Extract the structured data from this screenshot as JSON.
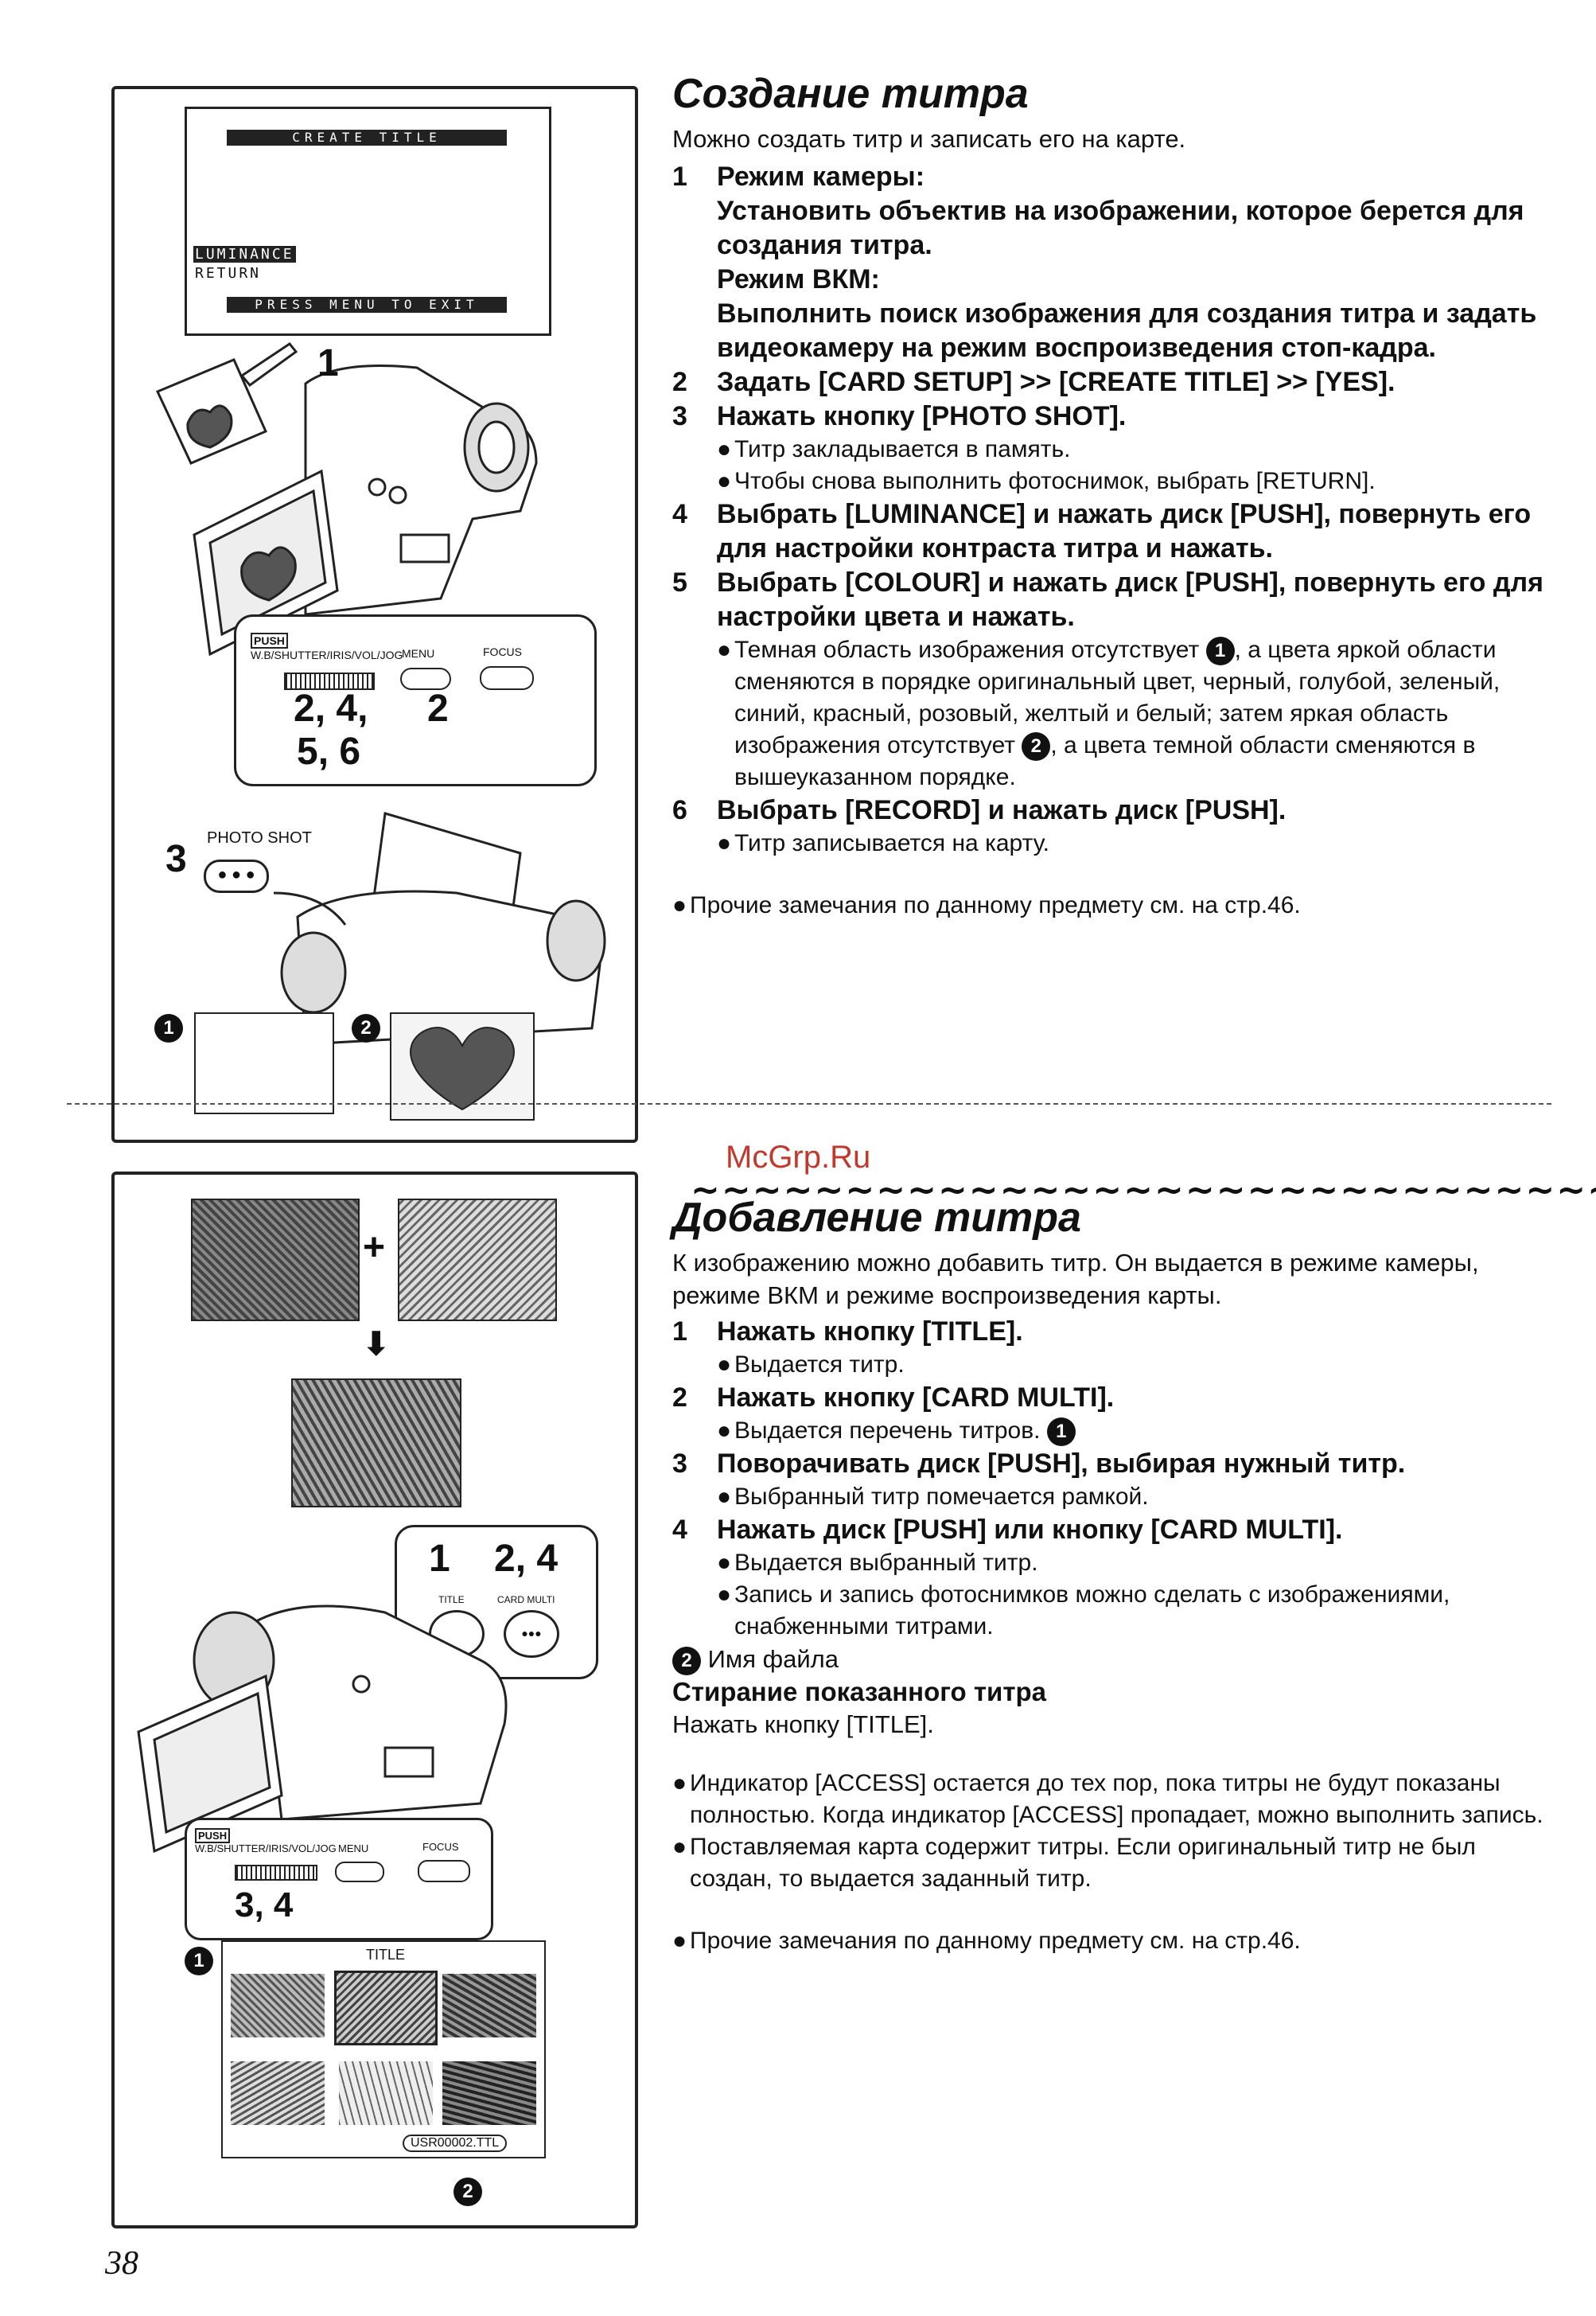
{
  "page_number": "38",
  "watermark": "McGrp.Ru",
  "divider_glyphs": "~~~~~~~~~~~~~~~~~~~~~~~~~~~~~~",
  "section1": {
    "title": "Создание титра",
    "intro": "Можно создать титр и записать его на карте.",
    "step1_num": "1",
    "step1_a": "Режим камеры:",
    "step1_b": "Установить объектив на изображении, которое берется для создания титра.",
    "step1_c": "Режим ВКМ:",
    "step1_d": "Выполнить поиск изображения для создания титра и задать видеокамеру на режим воспроизведения стоп-кадра.",
    "step2_num": "2",
    "step2": "Задать [CARD SETUP] >> [CREATE TITLE] >> [YES].",
    "step3_num": "3",
    "step3": "Нажать кнопку [PHOTO SHOT].",
    "step3_n1": "Титр закладывается в память.",
    "step3_n2": "Чтобы снова выполнить фотоснимок, выбрать [RETURN].",
    "step4_num": "4",
    "step4": "Выбрать [LUMINANCE] и нажать диск [PUSH], повернуть его для настройки контраста титра и нажать.",
    "step5_num": "5",
    "step5": "Выбрать [COLOUR] и нажать диск [PUSH], повернуть его для настройки цвета и нажать.",
    "step5_n1_a": "Темная область изображения отсутствует",
    "step5_n1_b": ", а цвета яркой области сменяются в порядке оригинальный цвет, черный, голубой, зеленый, синий, красный, розовый, желтый и белый; затем яркая область изображения отсутствует",
    "step5_n1_c": ", а цвета темной области сменяются в вышеуказанном порядке.",
    "step6_num": "6",
    "step6": "Выбрать [RECORD] и нажать диск [PUSH].",
    "step6_n1": "Титр записывается на карту.",
    "footer_note": "Прочие замечания по данному предмету см. на стр.46."
  },
  "section2": {
    "title": "Добавление титра",
    "intro": "К изображению можно добавить титр. Он выдается в режиме камеры, режиме ВКМ и режиме воспроизведения карты.",
    "step1_num": "1",
    "step1": "Нажать кнопку [TITLE].",
    "step1_n1": "Выдается титр.",
    "step2_num": "2",
    "step2": "Нажать кнопку [CARD MULTI].",
    "step2_n1": "Выдается перечень титров.",
    "step3_num": "3",
    "step3": "Поворачивать диск [PUSH], выбирая нужный титр.",
    "step3_n1": "Выбранный титр помечается рамкой.",
    "step4_num": "4",
    "step4": "Нажать диск [PUSH] или кнопку [CARD MULTI].",
    "step4_n1": "Выдается выбранный титр.",
    "step4_n2": "Запись и запись фотоснимков можно сделать с изображениями, снабженными титрами.",
    "file_name": "Имя файла",
    "erase_heading": "Стирание показанного титра",
    "erase_text": "Нажать кнопку [TITLE].",
    "note1": "Индикатор [ACCESS] остается до тех пор, пока титры не будут показаны полностью. Когда индикатор [ACCESS] пропадает, можно выполнить запись.",
    "note2": "Поставляемая карта содержит титры. Если оригинальный титр не был создан, то выдается заданный титр.",
    "footer_note": "Прочие замечания по данному предмету см. на стр.46."
  },
  "figure1": {
    "menu_title": "CREATE TITLE",
    "menu_item1": "LUMINANCE",
    "menu_item2": "RETURN",
    "menu_exit": "PRESS MENU TO EXIT",
    "label_1": "1",
    "label_2": "2",
    "label_246": "2, 4,",
    "label_56": "5, 6",
    "label_3": "3",
    "photo_shot": "PHOTO SHOT",
    "push": "PUSH",
    "dial_caption": "W.B/SHUTTER/IRIS/VOL/JOG",
    "menu_btn": "MENU",
    "focus_btn": "FOCUS",
    "marker_1": "1",
    "marker_2": "2"
  },
  "figure2": {
    "label_1": "1",
    "label_24": "2, 4",
    "title_btn": "TITLE",
    "card_multi_btn": "CARD MULTI",
    "push": "PUSH",
    "dial_caption": "W.B/SHUTTER/IRIS/VOL/JOG",
    "menu_btn": "MENU",
    "focus_btn": "FOCUS",
    "label_34": "3, 4",
    "grid_title": "TITLE",
    "file_label": "USR00002.TTL",
    "marker_1": "1",
    "marker_2": "2",
    "plus": "+",
    "arrow": "⬇"
  }
}
